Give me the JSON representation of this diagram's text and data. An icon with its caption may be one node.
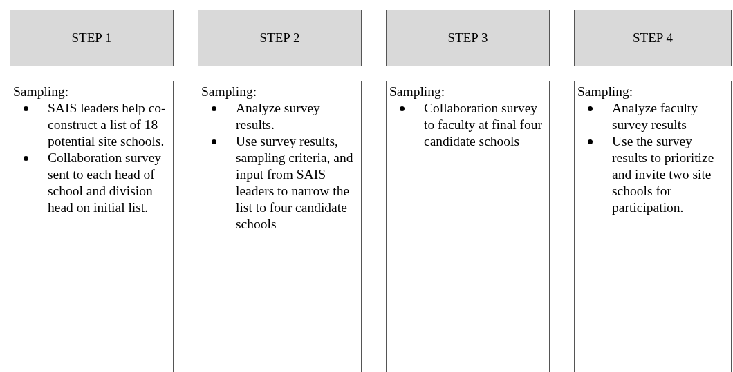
{
  "diagram": {
    "nodes": [
      {
        "text": [
          "STEP 1"
        ]
      },
      {
        "text": [
          "STEP 2"
        ]
      },
      {
        "text": [
          "STEP 3"
        ]
      },
      {
        "text": [
          "STEP 4"
        ]
      },
      {
        "text": [
          "Sampling:",
          "SAIS leaders help co-construct a list of 18 potential site schools.",
          "Collaboration survey sent to each head of school and division head on initial list."
        ]
      },
      {
        "text": [
          "Sampling:",
          "Analyze survey results.",
          "Use survey results, sampling criteria, and input from SAIS leaders to narrow the list to four candidate schools"
        ]
      },
      {
        "text": [
          "Sampling:",
          "Collaboration survey to faculty at final four candidate schools"
        ]
      },
      {
        "text": [
          "Sampling:",
          "Analyze faculty survey results",
          "Use the survey results to prioritize and invite two site schools for participation."
        ]
      }
    ],
    "edges": []
  }
}
